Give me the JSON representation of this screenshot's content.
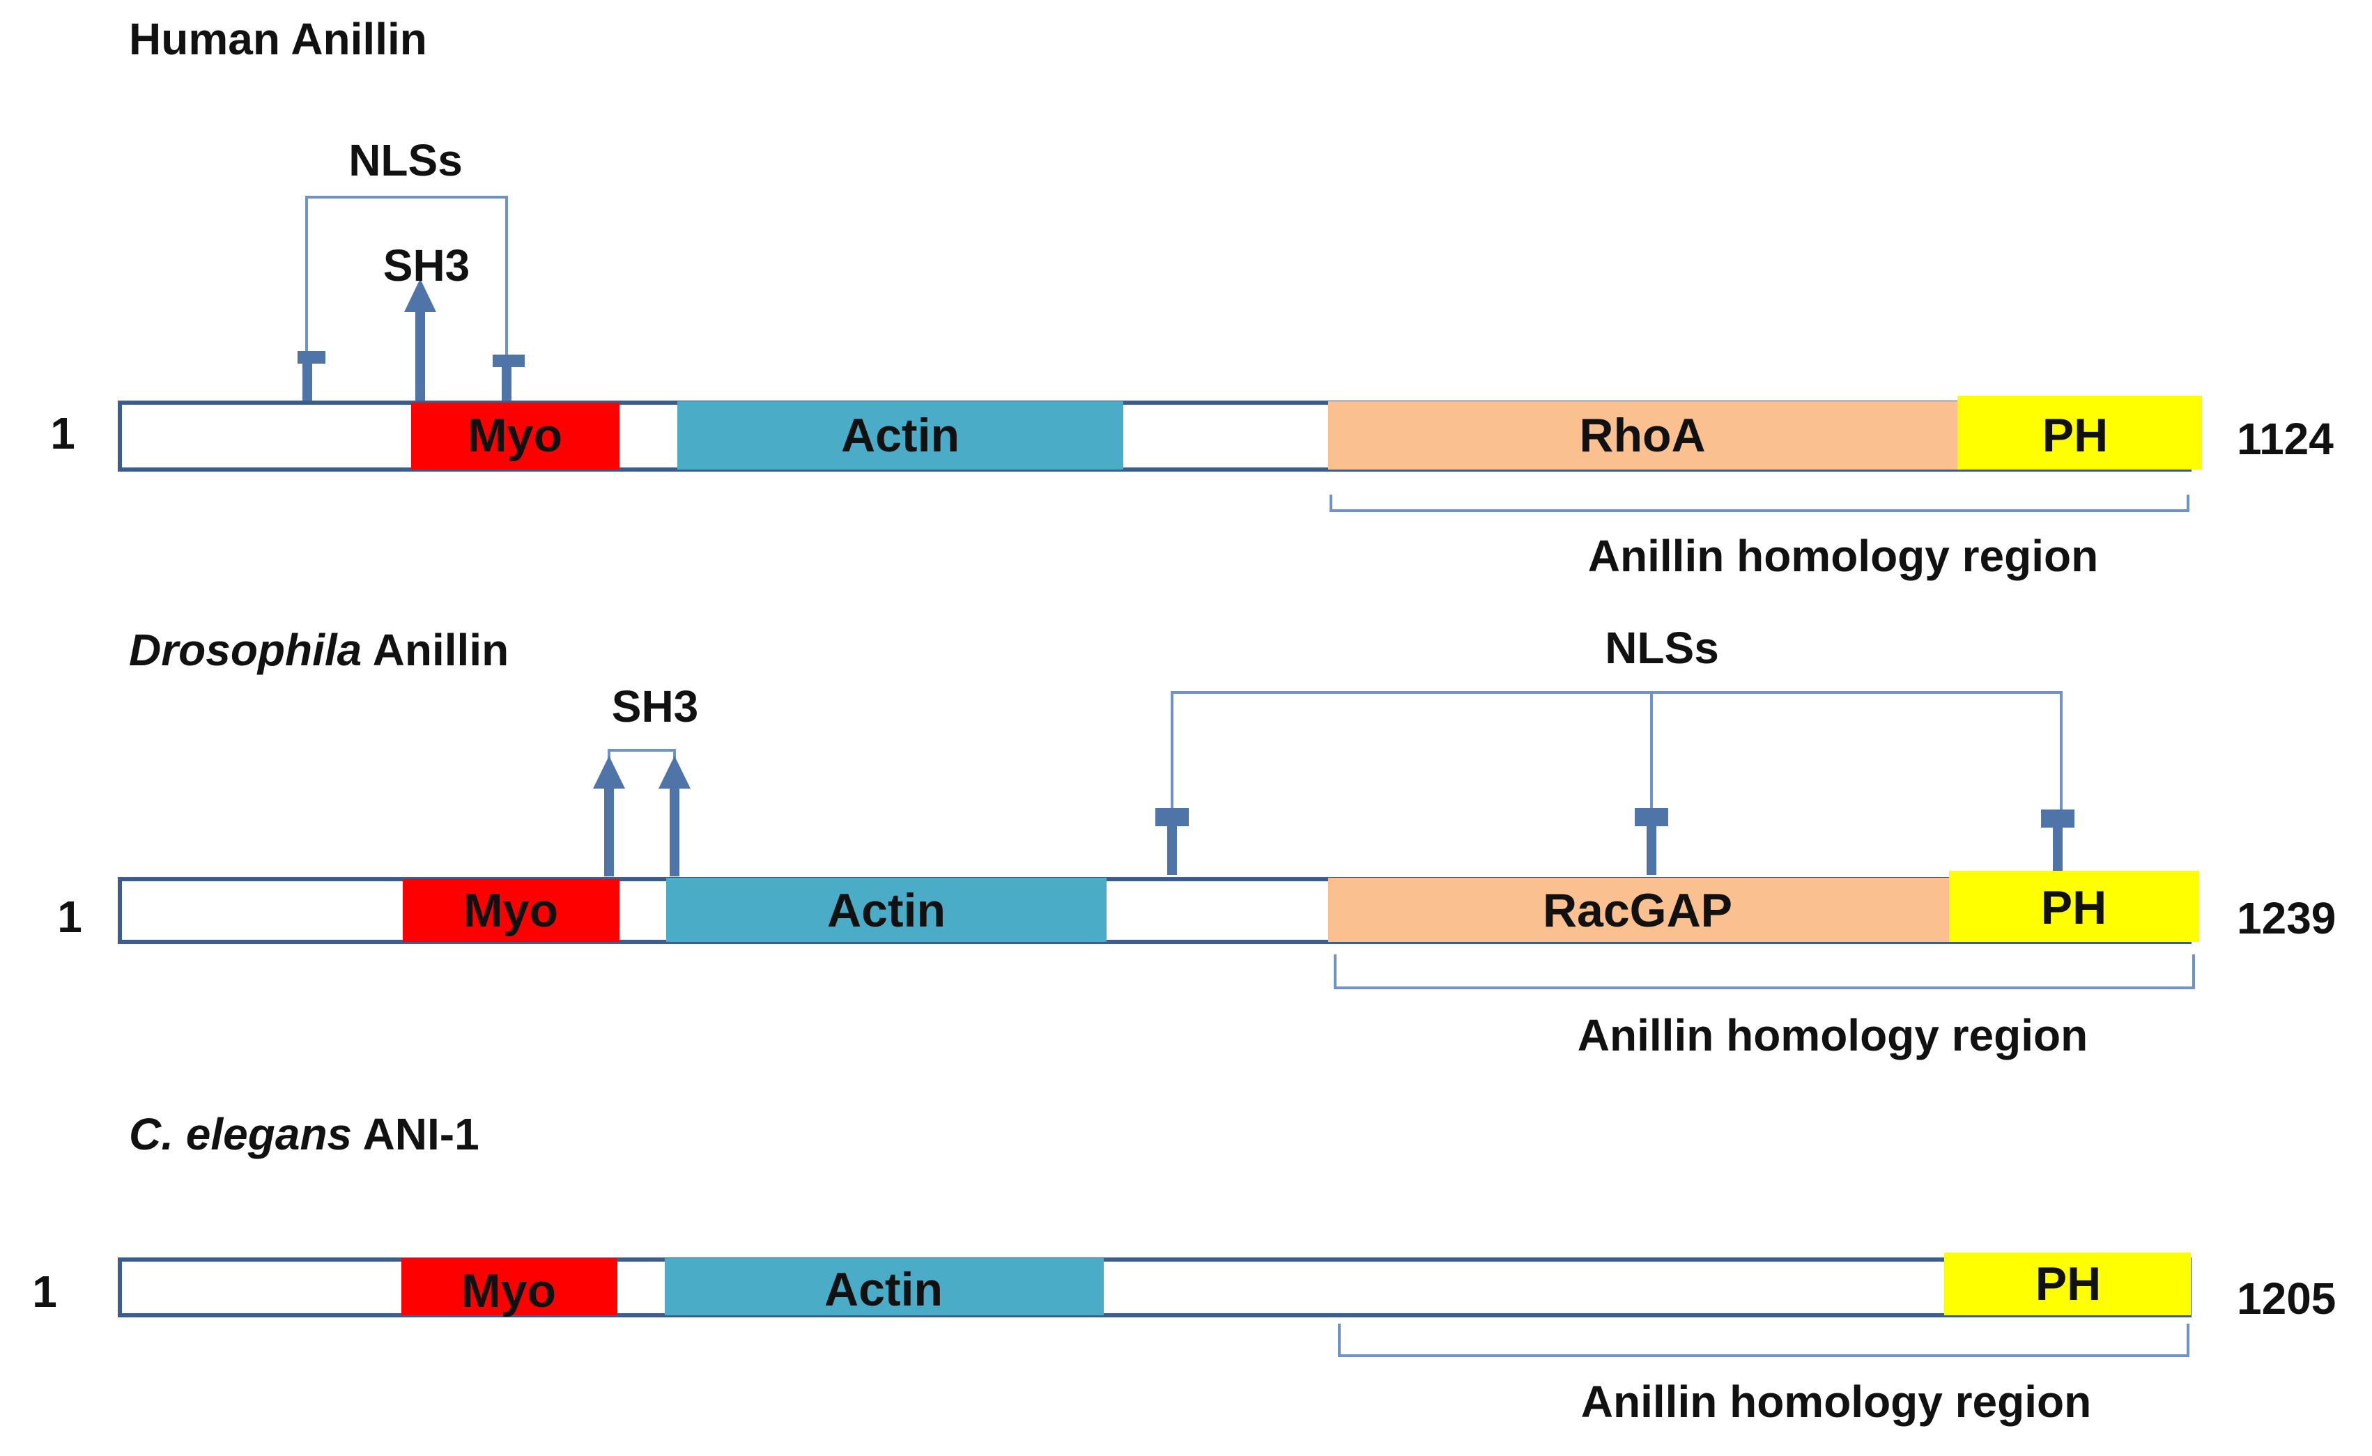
{
  "colors": {
    "outline": "#3a5c8f",
    "myo": "#ff0000",
    "actin": "#4aacc6",
    "rho": "#fac090",
    "ph": "#ffff00",
    "marker": "#4f74a8",
    "bracket": "#6f93c9"
  },
  "proteins": [
    {
      "title_italic": "",
      "title_rest": "Human Anillin",
      "start": "1",
      "end": "1124",
      "domains": {
        "myo": "Myo",
        "actin": "Actin",
        "middle": "RhoA",
        "ph": "PH"
      },
      "nls_label": "NLSs",
      "sh3_label": "SH3",
      "region_label": "Anillin homology region"
    },
    {
      "title_italic": "Drosophila",
      "title_rest": " Anillin",
      "start": "1",
      "end": "1239",
      "domains": {
        "myo": "Myo",
        "actin": "Actin",
        "middle": "RacGAP",
        "ph": "PH"
      },
      "nls_label": "NLSs",
      "sh3_label": "SH3",
      "region_label": "Anillin homology region"
    },
    {
      "title_italic": "C. elegans",
      "title_rest": " ANI-1",
      "start": "1",
      "end": "1205",
      "domains": {
        "myo": "Myo",
        "actin": "Actin",
        "ph": "PH"
      },
      "region_label": "Anillin homology region"
    }
  ]
}
